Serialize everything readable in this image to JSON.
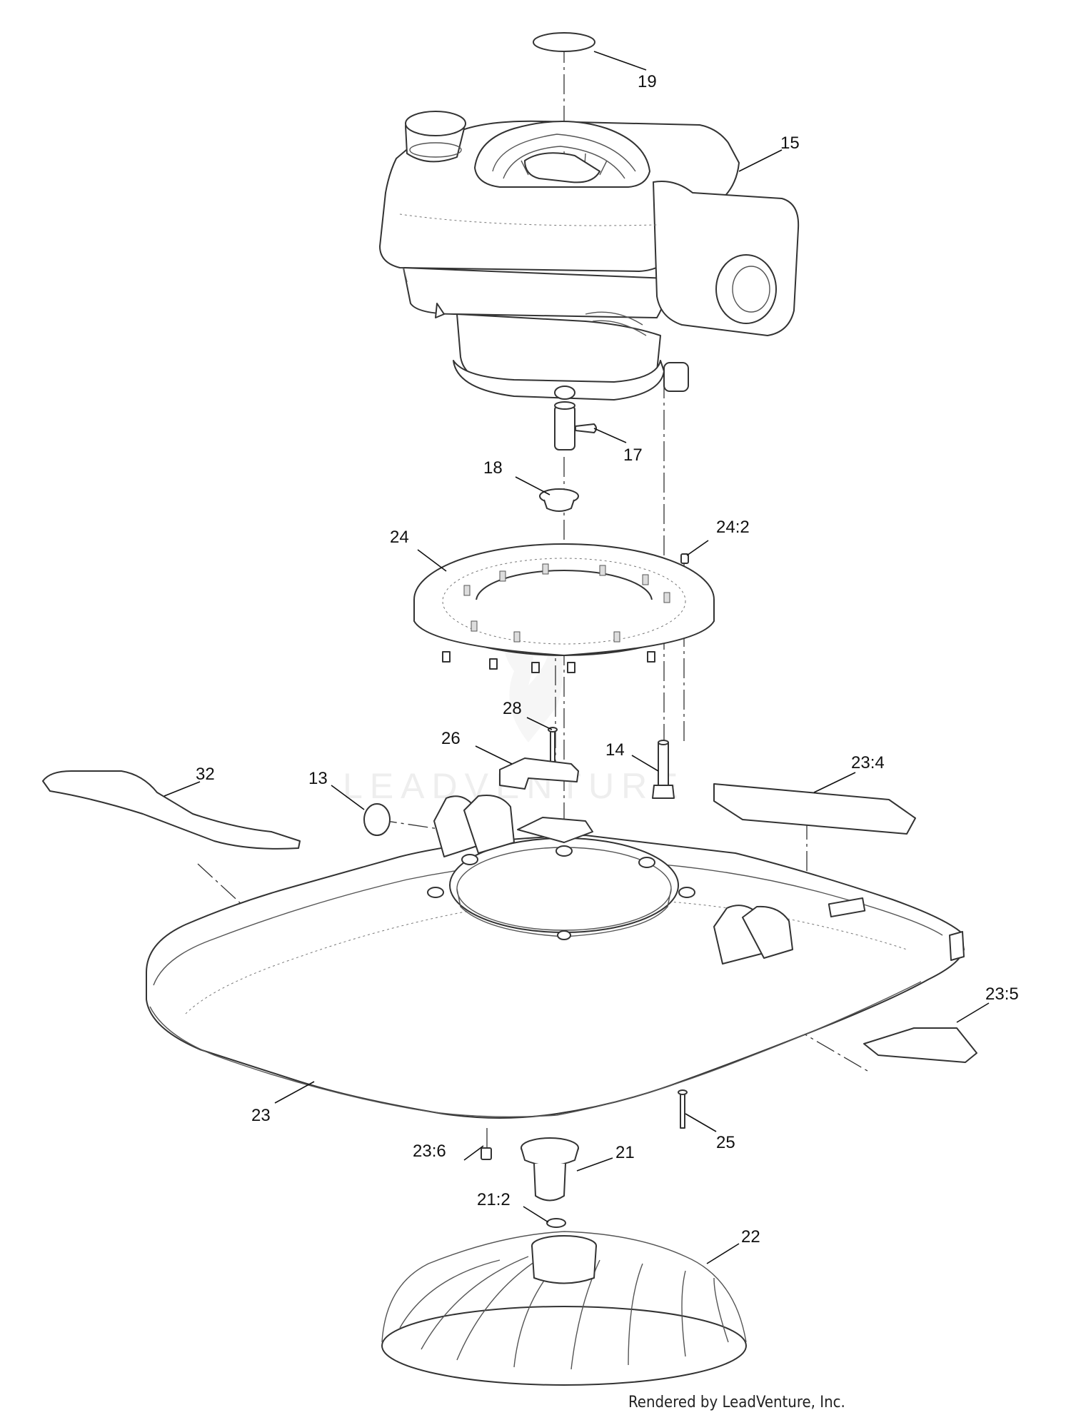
{
  "watermark": "LEADVENTURE",
  "credit": "Rendered by LeadVenture, Inc.",
  "callouts": [
    {
      "id": "19",
      "label": "19"
    },
    {
      "id": "15",
      "label": "15"
    },
    {
      "id": "17",
      "label": "17"
    },
    {
      "id": "18",
      "label": "18"
    },
    {
      "id": "24",
      "label": "24"
    },
    {
      "id": "24-2",
      "label": "24:2"
    },
    {
      "id": "28",
      "label": "28"
    },
    {
      "id": "26",
      "label": "26"
    },
    {
      "id": "14",
      "label": "14"
    },
    {
      "id": "32",
      "label": "32"
    },
    {
      "id": "13",
      "label": "13"
    },
    {
      "id": "23-4",
      "label": "23:4"
    },
    {
      "id": "23-5",
      "label": "23:5"
    },
    {
      "id": "23",
      "label": "23"
    },
    {
      "id": "25",
      "label": "25"
    },
    {
      "id": "23-6",
      "label": "23:6"
    },
    {
      "id": "21",
      "label": "21"
    },
    {
      "id": "21-2",
      "label": "21:2"
    },
    {
      "id": "22",
      "label": "22"
    }
  ]
}
